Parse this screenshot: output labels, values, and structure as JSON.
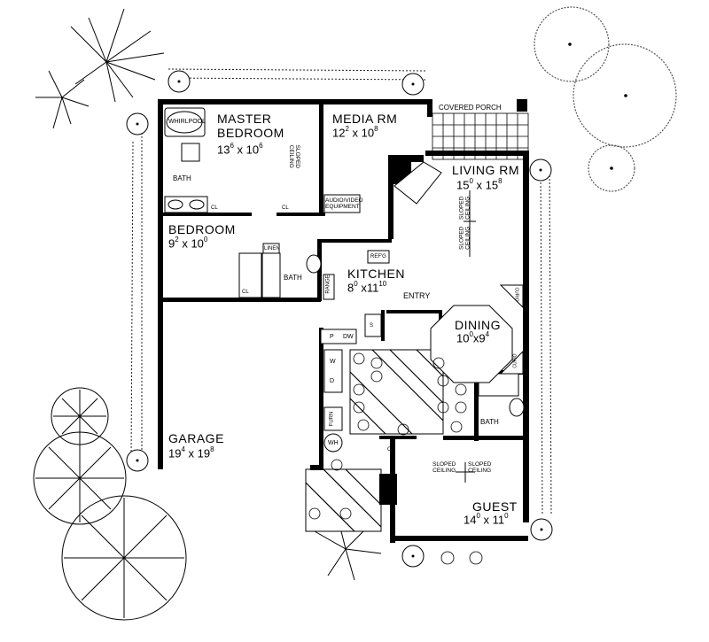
{
  "rooms": {
    "master_bedroom": {
      "line1": "MASTER",
      "line2": "BEDROOM",
      "w": "13",
      "w_in": "6",
      "d": "10",
      "d_in": "6"
    },
    "media_room": {
      "name": "MEDIA RM",
      "w": "12",
      "w_in": "2",
      "d": "10",
      "d_in": "8"
    },
    "living_room": {
      "name": "LIVING RM",
      "w": "15",
      "w_in": "0",
      "d": "15",
      "d_in": "8"
    },
    "bedroom": {
      "name": "BEDROOM",
      "w": "9",
      "w_in": "2",
      "d": "10",
      "d_in": "0"
    },
    "kitchen": {
      "name": "KITCHEN",
      "w": "8",
      "w_in": "0",
      "d": "11",
      "d_in": "10"
    },
    "dining": {
      "name": "DINING",
      "w": "10",
      "w_in": "0",
      "d": "9",
      "d_in": "4"
    },
    "garage": {
      "name": "GARAGE",
      "w": "19",
      "w_in": "4",
      "d": "19",
      "d_in": "8"
    },
    "guest": {
      "name": "GUEST",
      "w": "14",
      "w_in": "0",
      "d": "11",
      "d_in": "0"
    }
  },
  "labels": {
    "covered_porch": "COVERED PORCH",
    "whirlpool": "WHIRLPOOL",
    "bath": "BATH",
    "closet": "CL",
    "linen": "LINEN",
    "refrigerator": "REF'G",
    "range": "RANGE",
    "entry": "ENTRY",
    "pantry": "P",
    "dishwasher": "DW",
    "sink": "S",
    "washer": "W",
    "dryer": "D",
    "furnace": "FURN",
    "water_heater": "WH",
    "curio": "CURIO",
    "av_line1": "AUDIO/VIDEO",
    "av_line2": "EQUIPMENT",
    "sloped1": "SLOPED",
    "sloped2": "CEILING",
    "x": "x"
  }
}
